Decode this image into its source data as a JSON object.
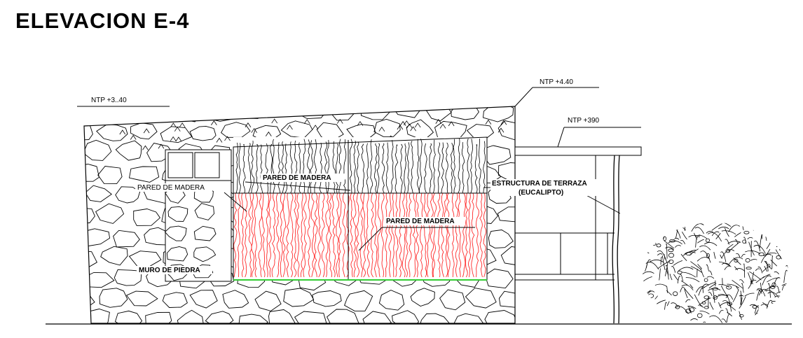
{
  "title": "ELEVACION  E-4",
  "levels": {
    "left": "NTP +3..40",
    "top": "NTP +4.40",
    "terrace": "NTP +390"
  },
  "labels": {
    "wood_wall_small": "PARED DE MADERA",
    "wood_wall_upper": "PARED DE MADERA",
    "wood_wall_lower": "PARED DE MADERA",
    "stone_wall": "MURO DE PIEDRA",
    "terrace_structure_1": "ESTRUCTURA DE TERRAZA",
    "terrace_structure_2": "(EUCALIPTO)"
  },
  "colors": {
    "line": "#000000",
    "wood_fill": "#ff2a2a",
    "wood_base_line": "#33cc33",
    "background": "#ffffff"
  }
}
